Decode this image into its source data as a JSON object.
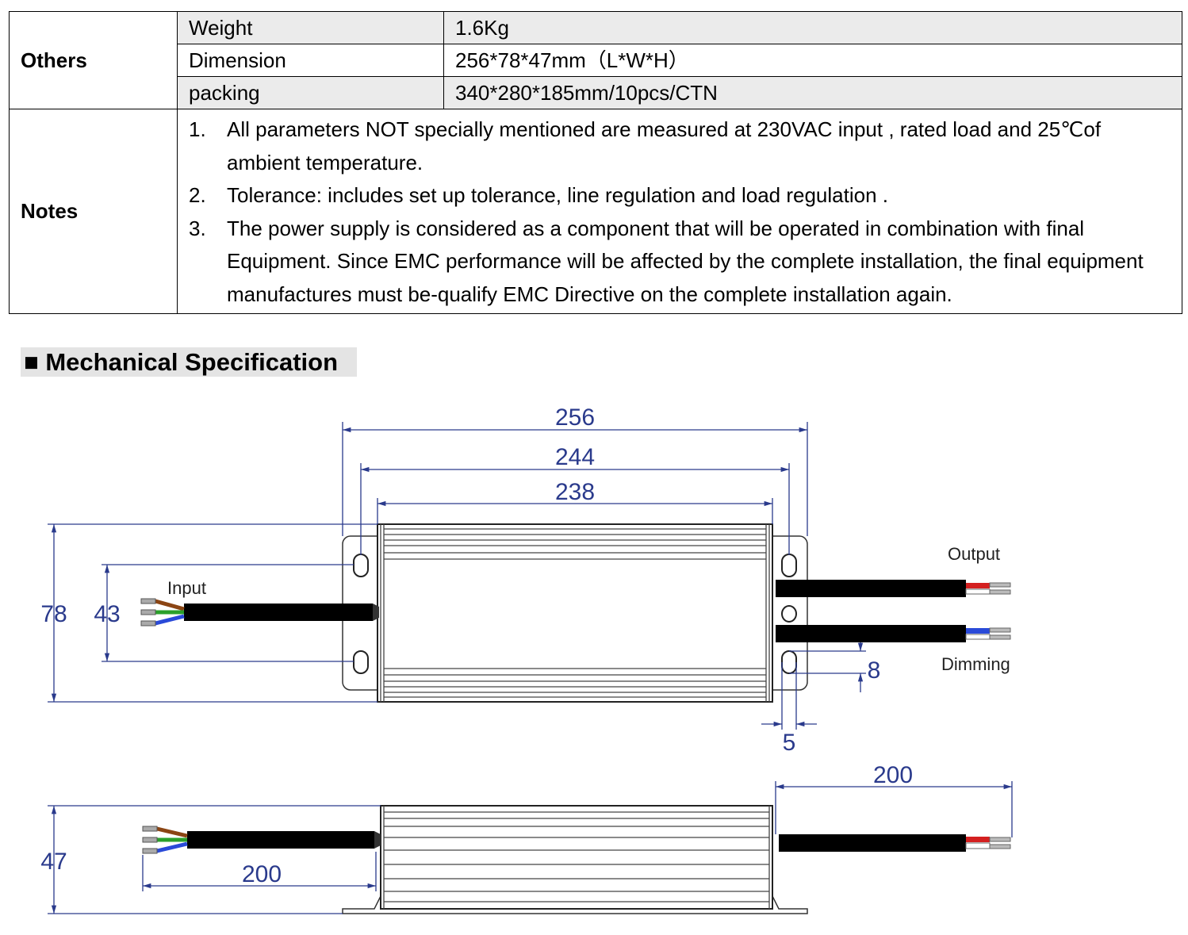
{
  "table": {
    "others": {
      "category": "Others",
      "rows": [
        {
          "label": "Weight",
          "value": "1.6Kg"
        },
        {
          "label": "Dimension",
          "value": "256*78*47mm（L*W*H）"
        },
        {
          "label": "packing",
          "value": "340*280*185mm/10pcs/CTN"
        }
      ]
    },
    "notes": {
      "category": "Notes",
      "items": [
        {
          "num": "1.",
          "text": "All parameters NOT specially mentioned are measured at 230VAC input , rated load and 25℃of ambient temperature."
        },
        {
          "num": "2.",
          "text": "Tolerance: includes set up tolerance, line regulation and load regulation ."
        },
        {
          "num": "3.",
          "text": "The power supply is considered as a component that will be operated in combination with final Equipment. Since EMC performance will be affected by the complete installation, the final equipment manufactures must be-qualify EMC Directive on the complete installation again."
        }
      ]
    }
  },
  "section": {
    "bullet": "■",
    "title": "Mechanical Specification"
  },
  "drawing": {
    "top_view": {
      "dims": {
        "overall_length": "256",
        "hole_pitch": "244",
        "body_length": "238",
        "overall_width": "78",
        "hole_spacing": "43",
        "slot_length": "8",
        "slot_width": "5"
      },
      "labels": {
        "input": "Input",
        "output": "Output",
        "dimming": "Dimming"
      }
    },
    "side_view": {
      "dims": {
        "height": "47",
        "input_cable": "200",
        "output_cable": "200"
      }
    },
    "colors": {
      "dimension": "#2a3a8c",
      "body": "#000000",
      "wire_red": "#d42020",
      "wire_blue": "#2a4ad8",
      "wire_green": "#2aa02a",
      "wire_brown": "#8b4513"
    }
  }
}
